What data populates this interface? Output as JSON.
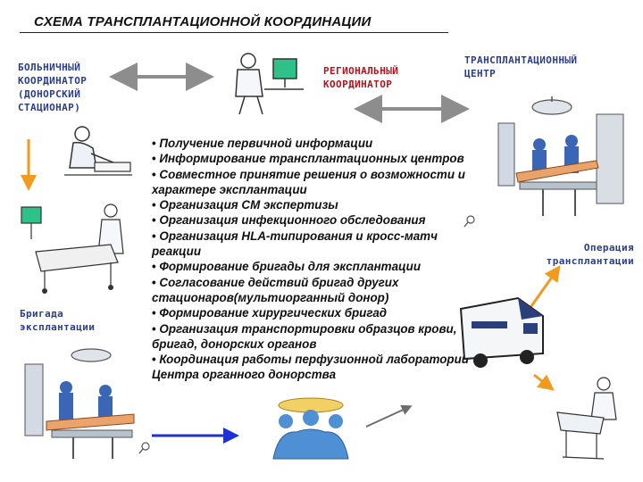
{
  "title": "СХЕМА ТРАНСПЛАНТАЦИОННОЙ КООРДИНАЦИИ",
  "nodes": {
    "hospital_coordinator": "БОЛЬНИЧНЫЙ\nКООРДИНАТОР\n(ДОНОРСКИЙ\nСТАЦИОНАР)",
    "regional_coordinator": "РЕГИОНАЛЬНЫЙ\nКООРДИНАТОР",
    "transplant_center": "ТРАНСПЛАНТАЦИОННЫЙ\nЦЕНТР",
    "explant_team": "Бригада\nэксплантации",
    "transplant_operation": "Операция\nтрансплантации"
  },
  "tasks": [
    "Получение первичной информации",
    "Информирование трансплантационных центров",
    "Совместное принятие решения о возможности и характере эксплантации",
    "Организация СМ экспертизы",
    "Организация инфекционного обследования",
    "Организация HLA-типирования и кросс-матч реакции",
    "Формирование бригады для эксплантации",
    "Согласование действий бригад других стационаров(мультиорганный донор)",
    "Формирование хирургических бригад",
    "Организация транспортировки образцов крови, бригад, донорских органов",
    "Координация работы перфузионной лаборатории Центра органного донорства"
  ],
  "colors": {
    "label_blue": "#2a3c8c",
    "label_red": "#b5121b",
    "arrow_orange": "#f29a1e",
    "arrow_blue": "#1f2fd6",
    "arrow_grey": "#8d8d8d"
  },
  "icons": [
    "doctor-writing-icon",
    "doctor-at-computer-icon",
    "operating-room-icon",
    "hospital-bed-icon",
    "surgeon-icon",
    "ambulance-icon",
    "surgeons-group-icon",
    "incubator-icon",
    "magnifier-icon"
  ]
}
